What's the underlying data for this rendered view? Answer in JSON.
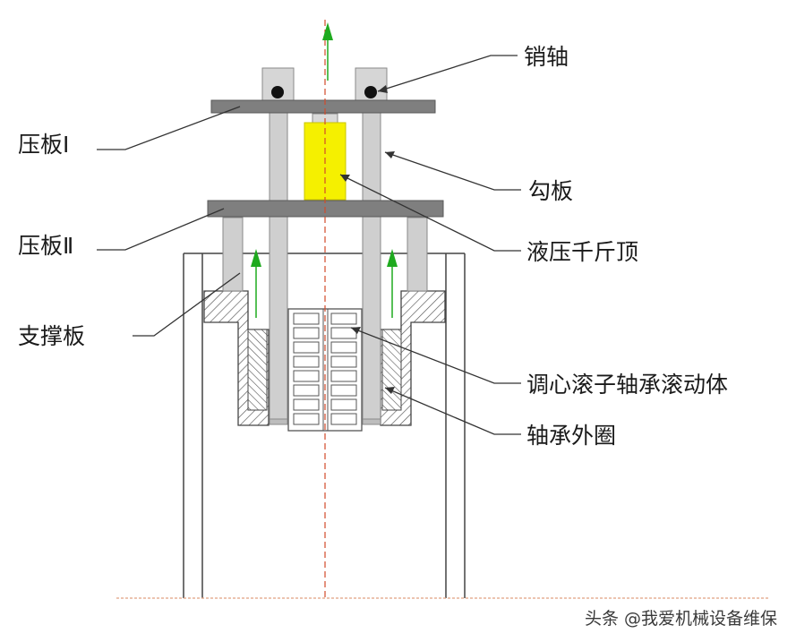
{
  "diagram": {
    "labels": {
      "pin_shaft": "销轴",
      "press_plate_1": "压板Ⅰ",
      "hook_plate": "勾板",
      "press_plate_2": "压板Ⅱ",
      "hydraulic_jack": "液压千斤顶",
      "support_plate": "支撑板",
      "rolling_elements": "调心滚子轴承滚动体",
      "outer_ring": "轴承外圈"
    },
    "watermark": "头条 @我爱机械设备维保",
    "colors": {
      "plate": "#7f7f7f",
      "rod": "#cfcfcf",
      "rod_outline": "#8a8a8a",
      "jack": "#f5f000",
      "arrow": "#1faa1f",
      "centerline": "#d24a2a",
      "outline": "#444444",
      "leader": "#333333"
    }
  }
}
